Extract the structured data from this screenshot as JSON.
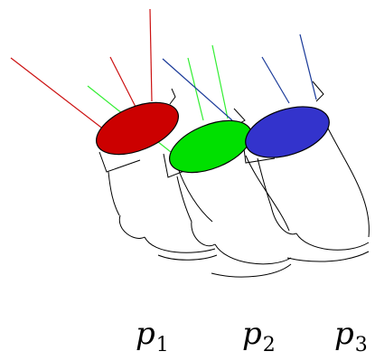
{
  "colors": {
    "red": "#cc0000",
    "green": "#00e000",
    "blue": "#3333cc",
    "ray_red": "#cc1111",
    "ray_green": "#33ee33",
    "ray_blue": "#1a3a99",
    "ink": "#000000"
  },
  "labels": [
    {
      "base": "p",
      "sub": "1"
    },
    {
      "base": "p",
      "sub": "2"
    },
    {
      "base": "p",
      "sub": "3"
    }
  ]
}
